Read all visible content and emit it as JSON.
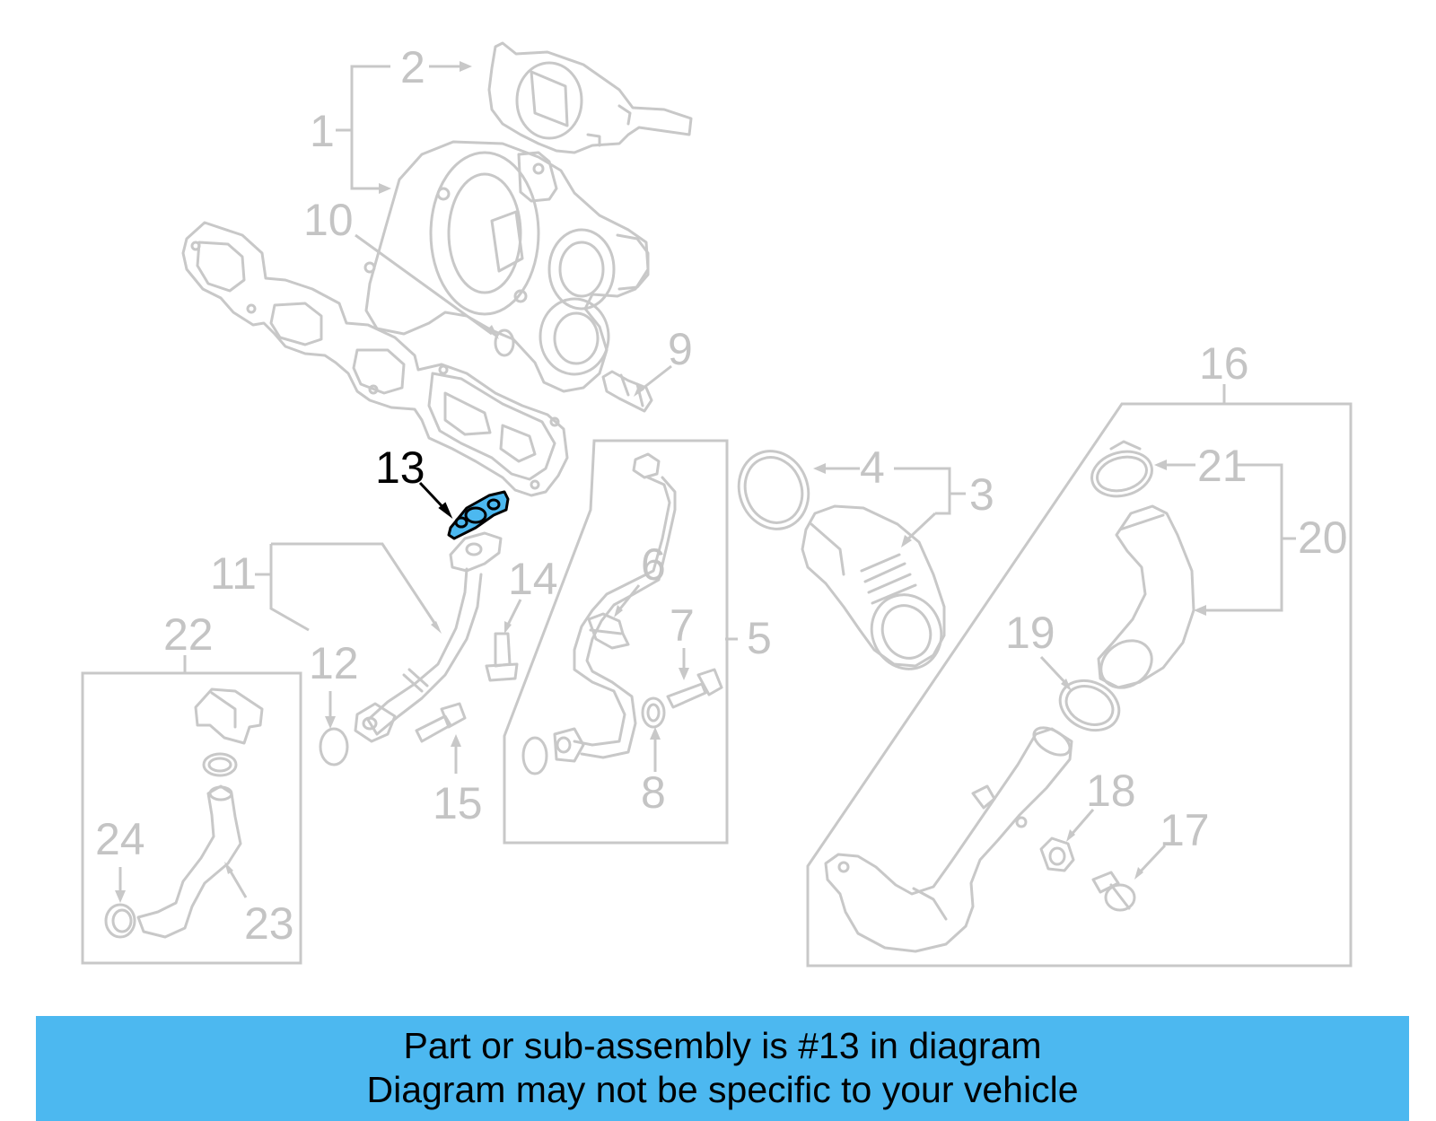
{
  "diagram": {
    "callouts": [
      "1",
      "2",
      "3",
      "4",
      "5",
      "6",
      "7",
      "8",
      "9",
      "10",
      "11",
      "12",
      "13",
      "14",
      "15",
      "16",
      "17",
      "18",
      "19",
      "20",
      "21",
      "22",
      "23",
      "24"
    ],
    "highlighted_callout": "13",
    "colors": {
      "line": "#c8c8c8",
      "label": "#c4c4c4",
      "highlight_fill": "#4cb8f0",
      "highlight_text": "#000000"
    }
  },
  "banner": {
    "line1": "Part or sub-assembly is #13 in diagram",
    "line2": "Diagram may not be specific to your vehicle",
    "color": "#4cb8f0"
  }
}
